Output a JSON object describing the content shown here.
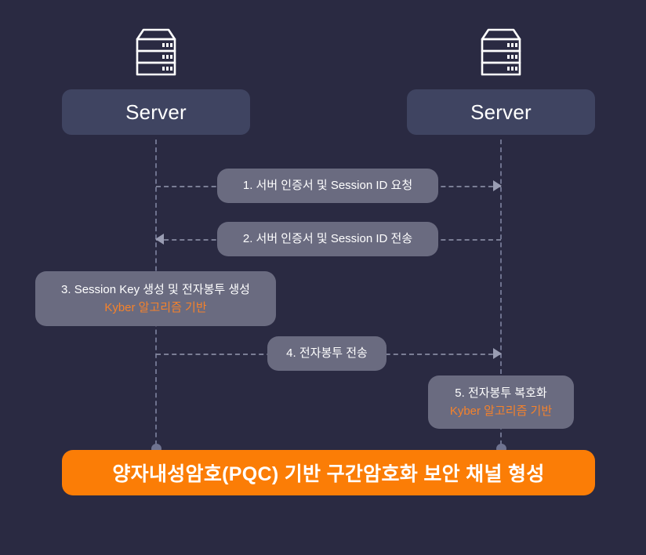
{
  "diagram": {
    "title_banner": "양자내성암호(PQC) 기반 구간암호화 보안 채널 형성",
    "background_color": "#2a2a42",
    "accent_color": "#fb7d06",
    "label_color": "#6a6b80",
    "actor_box_color": "#3f4461",
    "lifeline_color": "#7b7f9c"
  },
  "actors": [
    {
      "id": "left",
      "label": "Server",
      "icon": "server-rack-icon"
    },
    {
      "id": "right",
      "label": "Server",
      "icon": "server-rack-icon"
    }
  ],
  "messages": [
    {
      "step": "1",
      "text": "1. 서버 인증서 및 Session ID 요청",
      "sub": "",
      "direction": "right"
    },
    {
      "step": "2",
      "text": "2. 서버 인증서 및 Session ID 전송",
      "sub": "",
      "direction": "left"
    },
    {
      "step": "3",
      "text": "3. Session Key 생성 및 전자봉투 생성",
      "sub": "Kyber 알고리즘 기반",
      "direction": "none"
    },
    {
      "step": "4",
      "text": "4. 전자봉투 전송",
      "sub": "",
      "direction": "right"
    },
    {
      "step": "5",
      "text": "5. 전자봉투 복호화",
      "sub": "Kyber 알고리즘 기반",
      "direction": "none"
    }
  ]
}
